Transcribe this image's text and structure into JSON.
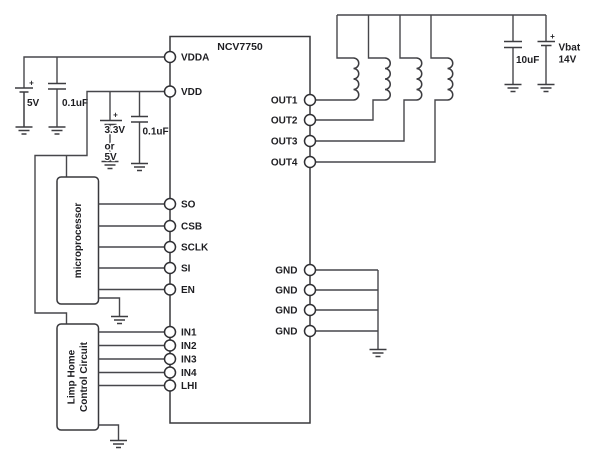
{
  "ic": {
    "title": "NCV7750",
    "left_pins": [
      "VDDA",
      "VDD",
      "SO",
      "CSB",
      "SCLK",
      "SI",
      "EN",
      "IN1",
      "IN2",
      "IN3",
      "IN4",
      "LHI"
    ],
    "right_pins": [
      "OUT1",
      "OUT2",
      "OUT3",
      "OUT4",
      "GND",
      "GND",
      "GND",
      "GND"
    ]
  },
  "blocks": {
    "microprocessor": "microprocessor",
    "limp_home_line1": "Limp Home",
    "limp_home_line2": "Control Circuit"
  },
  "power": {
    "v5_plus": "+",
    "v5_label": "5V",
    "cap1_label": "0.1uF",
    "v33_plus": "+",
    "v33_line1": "3.3V",
    "v33_line2": "or",
    "v33_line3": "5V",
    "cap2_label": "0.1uF",
    "cap3_label": "10uF",
    "vbat_plus": "+",
    "vbat_label": "Vbat",
    "vbat_value": "14V"
  },
  "colors": {
    "line": "#47474b",
    "text": "#1e1e22",
    "background": "#ffffff"
  }
}
